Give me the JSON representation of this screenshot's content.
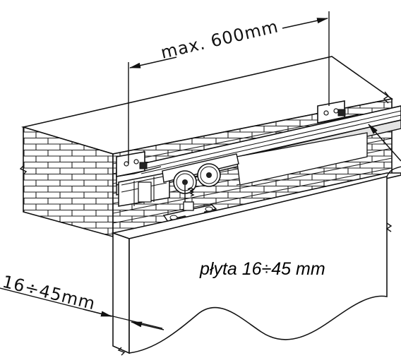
{
  "dimensions": {
    "spacing_label": "max. 600mm",
    "thickness_label": "16÷45mm"
  },
  "board": {
    "label": "płyta 16÷45 mm"
  },
  "colors": {
    "line": "#111111",
    "brick_fill": "#ffffff",
    "rail_shade": "#d9d9d9"
  },
  "icons": {
    "spacing_arrows": "dimension-arrow-icon",
    "thickness_arrows": "dimension-arrow-icon",
    "bracket": "mounting-bracket-icon",
    "roller": "roller-carriage-icon"
  }
}
